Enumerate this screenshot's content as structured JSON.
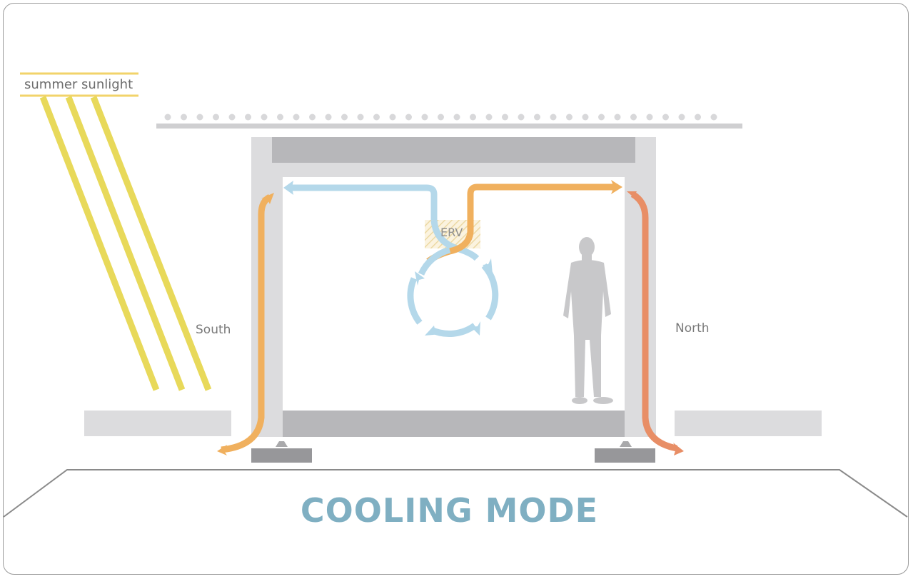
{
  "labels": {
    "sunlight": "summer sunlight",
    "south": "South",
    "north": "North",
    "erv": "ERV",
    "mode_title": "COOLING MODE"
  },
  "colors": {
    "sunlight": "#e8d95a",
    "sunlight_label_line": "#f2d36a",
    "warm_air": "#f0b05e",
    "hot_air": "#e88e66",
    "cool_air": "#b4d8ea",
    "structure_light": "#dcdcde",
    "structure_dark": "#b7b7ba",
    "footing": "#97979a",
    "person": "#c8c8ca",
    "title": "#7fafc2",
    "ground_line": "#8a8a8a"
  },
  "icons": {
    "person": "person-silhouette-icon",
    "erv": "erv-unit-icon"
  }
}
